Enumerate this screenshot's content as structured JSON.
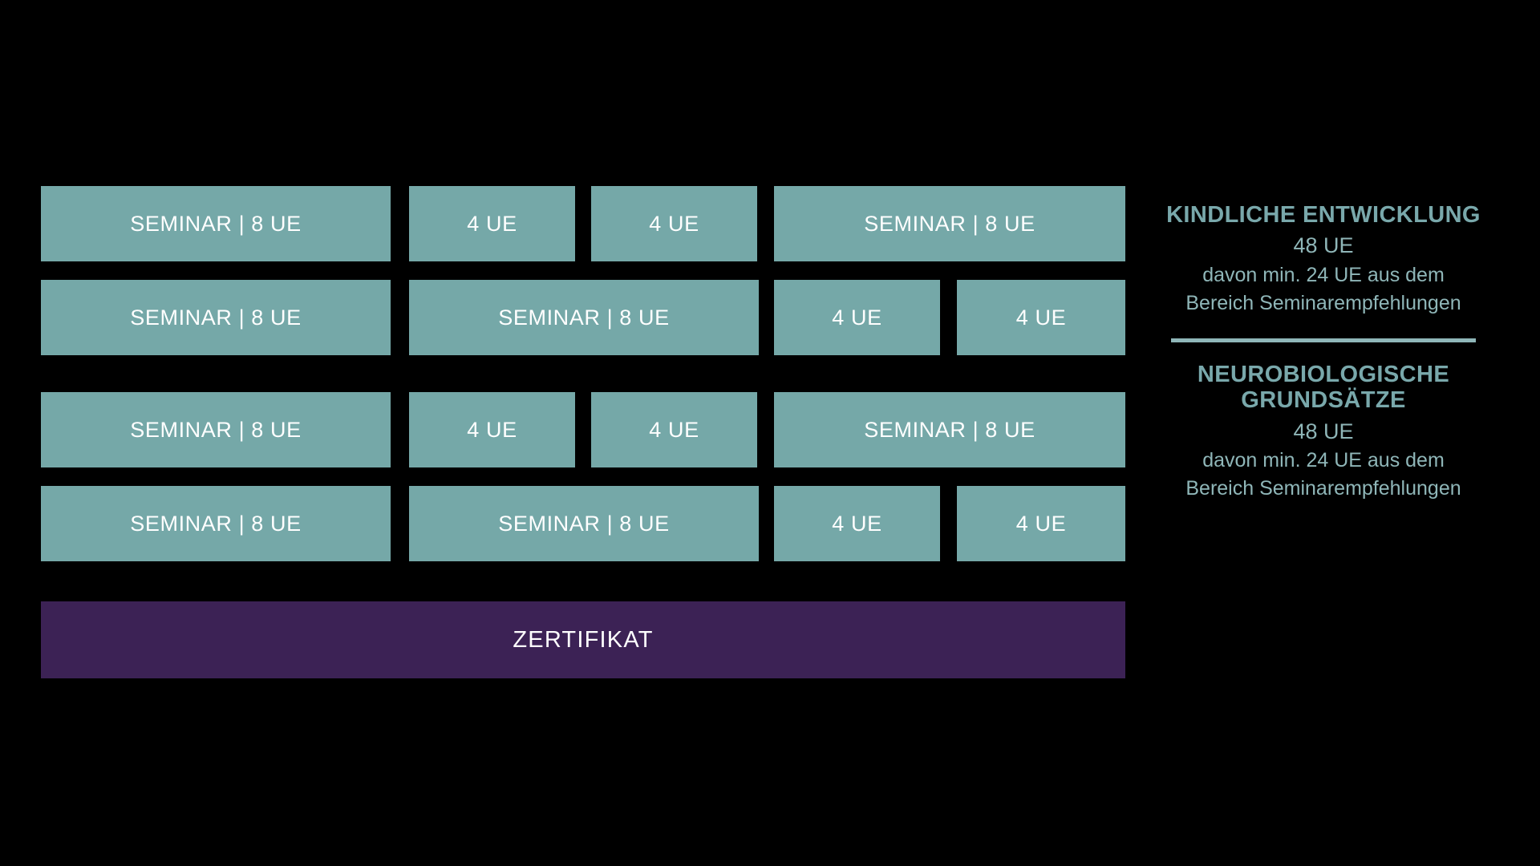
{
  "theme": {
    "background": "#000000",
    "module_fill": "#75a8a8",
    "module_text": "#ffffff",
    "certificate_fill": "#3c2255",
    "certificate_text": "#ffffff",
    "summary_title_color": "#79a8ab",
    "summary_text_color": "#8fb6b8"
  },
  "module_grid": {
    "rows": [
      {
        "pattern": "wide-narrow-narrow-wide",
        "boxes": [
          {
            "label": "SEMINAR | 8 UE"
          },
          {
            "label": "4 UE"
          },
          {
            "label": "4 UE"
          },
          {
            "label": "SEMINAR | 8 UE"
          }
        ]
      },
      {
        "pattern": "wide-wide-narrow-narrow",
        "boxes": [
          {
            "label": "SEMINAR | 8 UE"
          },
          {
            "label": "SEMINAR | 8 UE"
          },
          {
            "label": "4 UE"
          },
          {
            "label": "4 UE"
          }
        ]
      },
      {
        "pattern": "wide-narrow-narrow-wide",
        "boxes": [
          {
            "label": "SEMINAR | 8 UE"
          },
          {
            "label": "4 UE"
          },
          {
            "label": "4 UE"
          },
          {
            "label": "SEMINAR | 8 UE"
          }
        ]
      },
      {
        "pattern": "wide-wide-narrow-narrow",
        "boxes": [
          {
            "label": "SEMINAR | 8 UE"
          },
          {
            "label": "SEMINAR | 8 UE"
          },
          {
            "label": "4 UE"
          },
          {
            "label": "4 UE"
          }
        ]
      }
    ]
  },
  "certificate": {
    "label": "ZERTIFIKAT"
  },
  "summary": {
    "blocks": [
      {
        "title": "KINDLICHE ENTWICKLUNG",
        "hours": "48 UE",
        "note_line_1": "davon min. 24 UE aus dem",
        "note_line_2": "Bereich Seminarempfehlungen"
      },
      {
        "title_line_1": "NEUROBIOLOGISCHE",
        "title_line_2": "GRUNDSÄTZE",
        "hours": "48 UE",
        "note_line_1": "davon min. 24 UE aus dem",
        "note_line_2": "Bereich Seminarempfehlungen"
      }
    ]
  }
}
